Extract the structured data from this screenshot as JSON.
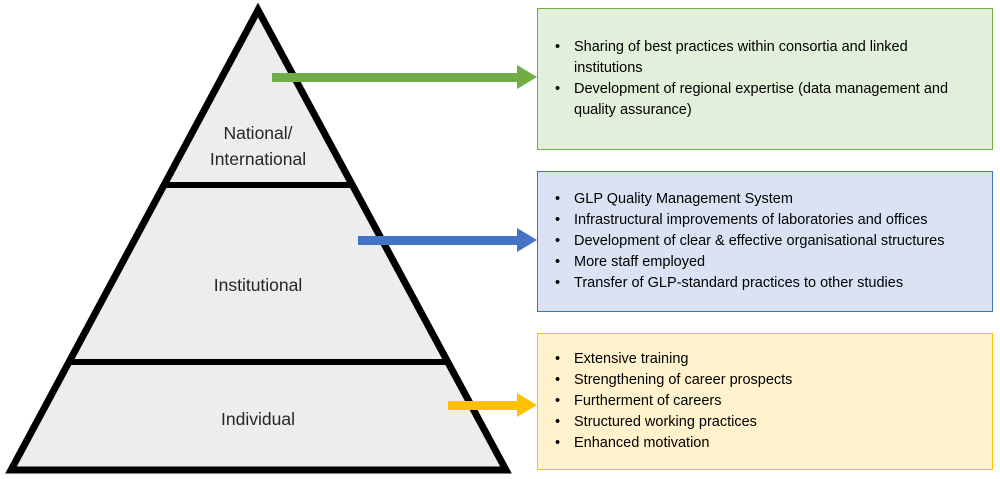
{
  "pyramid": {
    "fill_color": "#ededed",
    "outline_color": "#000000",
    "levels": [
      {
        "id": "national",
        "label": "National/\nInternational"
      },
      {
        "id": "institutional",
        "label": "Institutional"
      },
      {
        "id": "individual",
        "label": "Individual"
      }
    ]
  },
  "arrows": [
    {
      "id": "national-arrow",
      "color": "#70AD47"
    },
    {
      "id": "institutional-arrow",
      "color": "#4472C4"
    },
    {
      "id": "individual-arrow",
      "color": "#FFC000"
    }
  ],
  "boxes": [
    {
      "id": "national-box",
      "accent_color": "#70AD47",
      "fill_color": "#E2EFDA",
      "bullets": [
        "Sharing of best practices within consortia and linked institutions",
        "Development of regional expertise (data management and quality assurance)"
      ]
    },
    {
      "id": "institutional-box",
      "accent_color": "#4472C4",
      "fill_color": "#DAE3F3",
      "bullets": [
        "GLP Quality Management System",
        "Infrastructural improvements of laboratories and offices",
        "Development of clear & effective organisational structures",
        "More staff employed",
        "Transfer of GLP-standard practices to other studies"
      ]
    },
    {
      "id": "individual-box",
      "accent_color": "#FFC000",
      "fill_color": "#FFF2CC",
      "bullets": [
        "Extensive training",
        "Strengthening of career prospects",
        "Furtherment of careers",
        "Structured working practices",
        "Enhanced motivation"
      ]
    }
  ]
}
